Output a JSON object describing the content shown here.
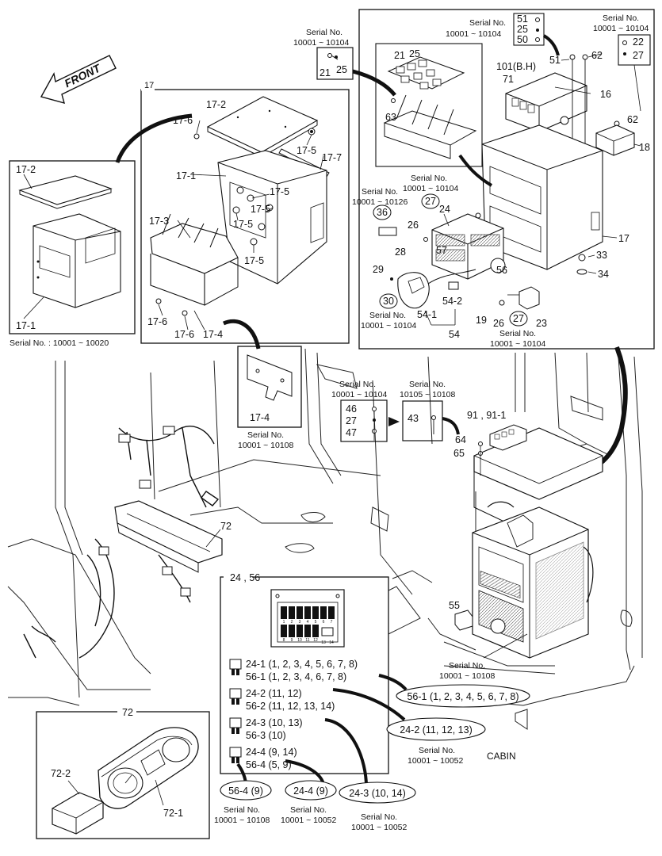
{
  "diagram": {
    "front_label": "FRONT",
    "cabin_label": "CABIN",
    "colors": {
      "line": "#1a1a1a",
      "paper": "#ffffff",
      "shade": "#d8d8d8"
    },
    "parts": {
      "p17": "17",
      "p17_1": "17-1",
      "p17_2": "17-2",
      "p17_3": "17-3",
      "p17_4": "17-4",
      "p17_5": "17-5",
      "p17_6": "17-6",
      "p17_7": "17-7",
      "p16": "16",
      "p18": "18",
      "p19": "19",
      "p21": "21",
      "p22": "22",
      "p23": "23",
      "p24": "24",
      "p25": "25",
      "p26": "26",
      "p27": "27",
      "p28": "28",
      "p29": "29",
      "p30": "30",
      "p33": "33",
      "p34": "34",
      "p36": "36",
      "p43": "43",
      "p46": "46",
      "p47": "47",
      "p50": "50",
      "p51": "51",
      "p54": "54",
      "p54_1": "54-1",
      "p54_2": "54-2",
      "p55": "55",
      "p56": "56",
      "p57": "57",
      "p62": "62",
      "p63": "63",
      "p64": "64",
      "p65": "65",
      "p71": "71",
      "p72": "72",
      "p72_1": "72-1",
      "p72_2": "72-2",
      "p91": "91 , 91-1",
      "p101": "101(B.H)",
      "p24_56": "24 , 56"
    },
    "serials": {
      "label": "Serial No.",
      "s_10020": "Serial No. : 10001 ~ 10020",
      "r10104": "10001 ~ 10104",
      "r10126": "10001 ~ 10126",
      "r10108": "10001 ~ 10108",
      "r10105_10108": "10105 ~ 10108",
      "r10052": "10001 ~ 10052"
    },
    "fuse_rows": [
      {
        "a": "24-1  (1, 2, 3, 4, 5, 6, 7, 8)",
        "b": "56-1  (1, 2, 3, 4, 6, 7, 8)"
      },
      {
        "a": "24-2  (11, 12)",
        "b": "56-2  (11, 12, 13, 14)"
      },
      {
        "a": "24-3  (10, 13)",
        "b": "56-3  (10)"
      },
      {
        "a": "24-4  (9, 14)",
        "b": "56-4  (5, 9)"
      }
    ],
    "callouts": {
      "c56_1": "56-1  (1, 2, 3, 4, 5, 6, 7, 8)",
      "c24_2": "24-2  (11, 12, 13)",
      "c56_4": "56-4  (9)",
      "c24_4": "24-4  (9)",
      "c24_3": "24-3  (10, 14)"
    },
    "fuse_numbers_top": [
      "1",
      "2",
      "3",
      "4",
      "5",
      "6",
      "7"
    ],
    "fuse_numbers_bottom": [
      "8",
      "9",
      "10",
      "11",
      "12",
      "13",
      "14"
    ]
  }
}
